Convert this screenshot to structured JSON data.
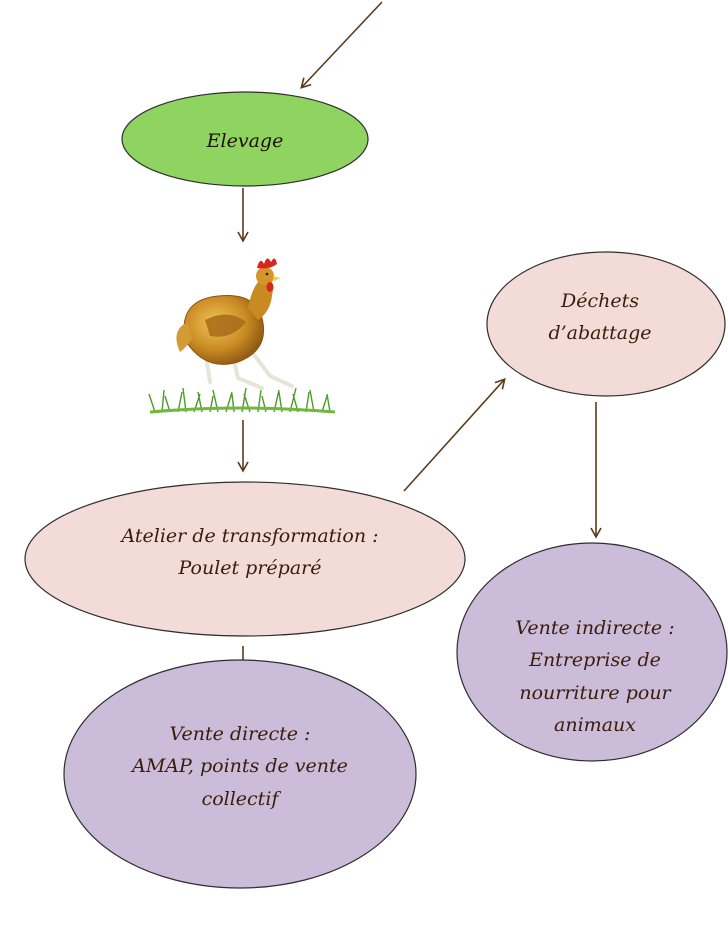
{
  "nodes": {
    "elevage": {
      "lines": [
        "Elevage"
      ]
    },
    "dechets": {
      "lines": [
        "Déchets",
        "d’abattage"
      ]
    },
    "atelier": {
      "lines": [
        "Atelier de transformation :",
        "Poulet préparé"
      ]
    },
    "vente_indirecte": {
      "lines": [
        "Vente indirecte :",
        "Entreprise de",
        "nourriture pour",
        "animaux"
      ]
    },
    "vente_directe": {
      "lines": [
        "Vente directe :",
        "AMAP, points de vente",
        "collectif"
      ]
    }
  },
  "colors": {
    "elevage_fill": "#8fd460",
    "pink_fill": "#f3dcd8",
    "purple_fill": "#cbbcd9",
    "arrow": "#5a3a1a",
    "outline": "#2e2e2e"
  },
  "icons": {
    "chicken": "chicken-on-grass-illustration"
  }
}
